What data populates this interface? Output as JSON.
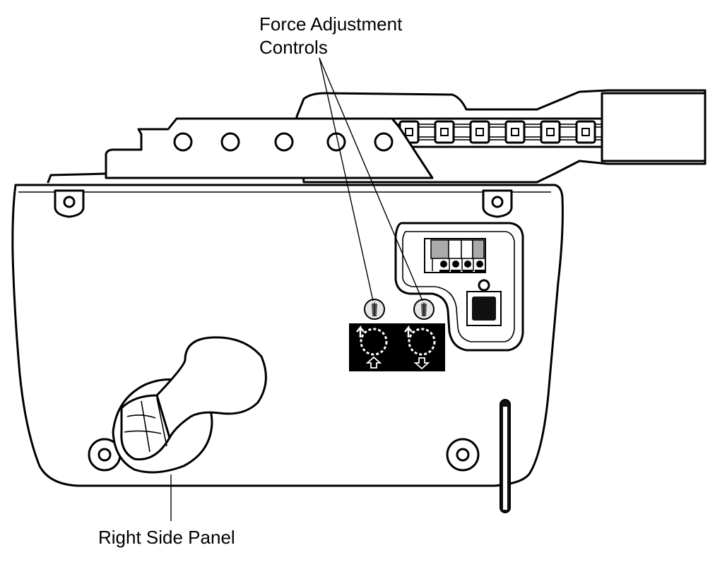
{
  "callouts": {
    "force_line1": "Force Adjustment",
    "force_line2": "Controls",
    "side_panel": "Right Side Panel"
  },
  "dials": [
    {
      "id": "up-force",
      "direction": "up",
      "icon": "arrow-up-icon"
    },
    {
      "id": "down-force",
      "direction": "down",
      "icon": "arrow-down-icon"
    }
  ],
  "colors": {
    "ink": "#000000",
    "paper": "#ffffff",
    "terminal_gray": "#aaaaaa"
  }
}
